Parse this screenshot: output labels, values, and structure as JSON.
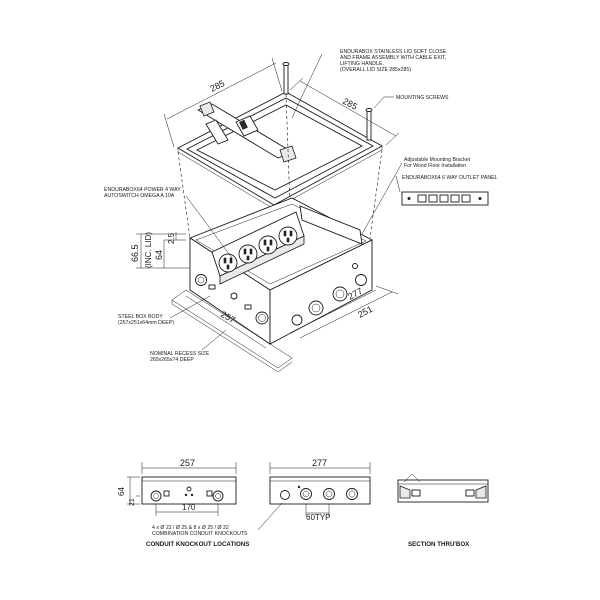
{
  "callouts": {
    "lid_lines": [
      "ENDURABOX STAINLESS LID SOFT CLOSE",
      "AND FRAME ASSEMBLY WITH CABLE EXIT,",
      "LIFTING HANDLE.",
      "(OVERALL LID SIZE 285x285)"
    ],
    "mounting_screws": "MOUNTING SCREWS",
    "bracket_lines": [
      "Adjustable Mounting Bracket",
      "For Wood Floor Installation"
    ],
    "outlet_panel": "ENDURABOX64 6 WAY OUTLET PANEL",
    "power_lines": [
      "ENDURABOX64 POWER 4 WAY",
      "AUTOSWITCH OMEGA A 10A"
    ],
    "steel_box_lines": [
      "STEEL BOX BODY",
      "(257x251x64mm DEEP)"
    ],
    "recess_lines": [
      "NOMINAL RECESS SIZE",
      "265x265x74 DEEP"
    ],
    "knockouts_lines": [
      "4 x Ø 22 / Ø 25 & 8 x Ø 25 / Ø 32",
      "COMBINATION CONDUIT KNOCKOUTS"
    ]
  },
  "dimensions": {
    "lid_left": "285",
    "lid_right": "285",
    "height_total": "66.5",
    "height_note": "(INC. LID)",
    "height_box": "64",
    "lip": "2.5",
    "box_width": "257",
    "box_depth_a": "277",
    "box_depth_b": "251",
    "front_width": "257",
    "front_height": "64",
    "front_lower": "21",
    "front_spacing": "170",
    "side_width": "277",
    "side_typ": "60TYP"
  },
  "headings": {
    "conduit": "CONDUIT KNOCKOUT LOCATIONS",
    "section": "SECTION THRU'BOX"
  },
  "colors": {
    "line": "#1a1a1a",
    "background": "#ffffff"
  }
}
